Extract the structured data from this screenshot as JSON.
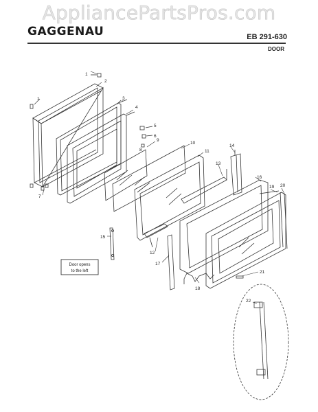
{
  "watermark": "AppliancePartsPros.com",
  "brand": "GAGGENAU",
  "model": "EB 291-630",
  "section": "DOOR",
  "callouts": [
    "1",
    "2",
    "3",
    "4",
    "5",
    "6",
    "7",
    "8",
    "9",
    "10",
    "11",
    "12",
    "13",
    "14",
    "15",
    "16",
    "17",
    "18",
    "19",
    "20",
    "21",
    "22"
  ],
  "note": [
    "Door opens",
    "to the left"
  ]
}
